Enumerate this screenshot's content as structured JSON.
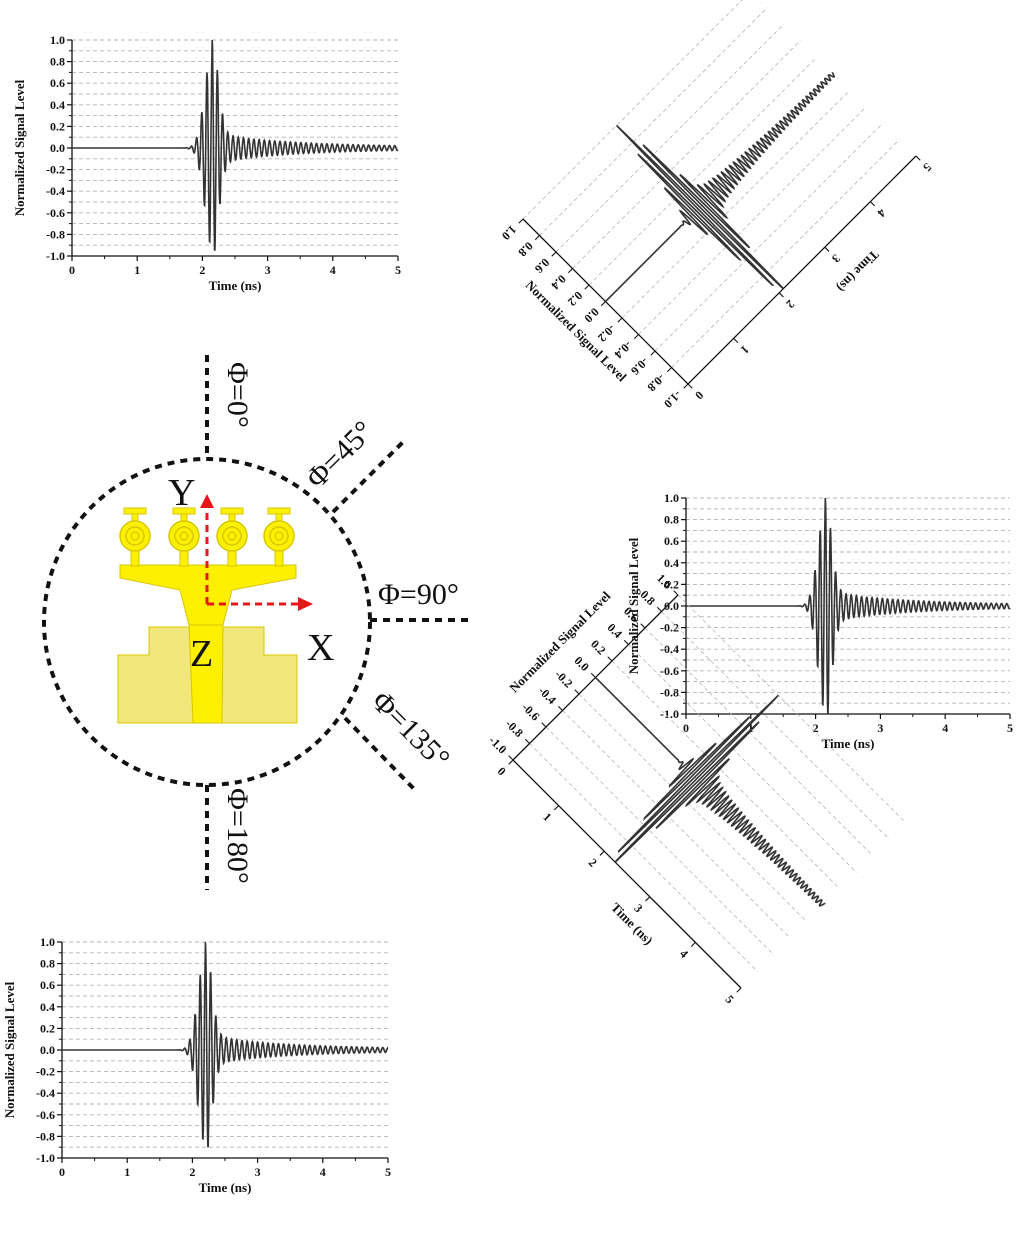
{
  "figure": {
    "angle_labels": [
      "Φ=0°",
      "Φ=45°",
      "Φ=90°",
      "Φ=135°",
      "Φ=180°"
    ],
    "axis_letters": {
      "x": "X",
      "y": "Y",
      "z": "Z"
    },
    "colors": {
      "antenna": "#ffef00",
      "antenna_edge": "#d6c800",
      "ground": "#f1e77a",
      "arrow": "#e8161b",
      "signal": "#333333",
      "grid": "#b5b5b5"
    }
  },
  "chart_data": [
    {
      "type": "line",
      "panel": "phi-0",
      "xlabel": "Time (ns)",
      "ylabel": "Normalized Signal Level",
      "xlim": [
        0,
        5
      ],
      "ylim": [
        -1.0,
        1.0
      ],
      "xticks": [
        "0",
        "1",
        "2",
        "3",
        "4",
        "5"
      ],
      "yticks": [
        "-1.0",
        "-0.8",
        "-0.6",
        "-0.4",
        "-0.2",
        "0.0",
        "0.2",
        "0.4",
        "0.6",
        "0.8",
        "1.0"
      ],
      "grid": "horizontal dashed",
      "series": [
        {
          "peak_time": 2.15,
          "max": 1.0,
          "min": -0.95
        }
      ]
    },
    {
      "type": "line",
      "panel": "phi-45",
      "xlabel": "Time (ns)",
      "ylabel": "Normalized Signal Level",
      "xlim": [
        0,
        5
      ],
      "ylim": [
        -1.0,
        1.0
      ],
      "xticks": [
        "0",
        "1",
        "2",
        "3",
        "4",
        "5"
      ],
      "yticks": [
        "1.0",
        "0.8",
        "0.6",
        "0.4",
        "0.2",
        "0.0",
        "-0.2",
        "-0.4",
        "-0.6",
        "-0.8",
        "-1.0"
      ],
      "grid": "dashed",
      "series": [
        {
          "peak_time": 2.05,
          "max": 1.0,
          "min": -1.0
        }
      ]
    },
    {
      "type": "line",
      "panel": "phi-90",
      "xlabel": "Time (ns)",
      "ylabel": "Normalized Signal Level",
      "xlim": [
        0,
        5
      ],
      "ylim": [
        -1.0,
        1.0
      ],
      "xticks": [
        "0",
        "1",
        "2",
        "3",
        "4",
        "5"
      ],
      "yticks": [
        "-1.0",
        "-0.8",
        "-0.6",
        "-0.4",
        "-0.2",
        "0.0",
        "0.2",
        "0.4",
        "0.6",
        "0.8",
        "1.0"
      ],
      "grid": "horizontal dashed",
      "series": [
        {
          "peak_time": 2.15,
          "max": 1.0,
          "min": -1.0
        }
      ]
    },
    {
      "type": "line",
      "panel": "phi-135",
      "xlabel": "Time (ns)",
      "ylabel": "Normalized Signal Level",
      "xlim": [
        0,
        5
      ],
      "ylim": [
        -1.0,
        1.0
      ],
      "xticks": [
        "0",
        "1",
        "2",
        "3",
        "4",
        "5"
      ],
      "yticks": [
        "1.0",
        "0.8",
        "0.6",
        "0.4",
        "0.2",
        "0.0",
        "-0.2",
        "-0.4",
        "-0.6",
        "-0.8",
        "-1.0"
      ],
      "grid": "dashed",
      "series": [
        {
          "peak_time": 2.2,
          "max": 1.0,
          "min": -1.0
        }
      ]
    },
    {
      "type": "line",
      "panel": "phi-180",
      "xlabel": "Time (ns)",
      "ylabel": "Normalized Signal Level",
      "xlim": [
        0,
        5
      ],
      "ylim": [
        -1.0,
        1.0
      ],
      "xticks": [
        "0",
        "1",
        "2",
        "3",
        "4",
        "5"
      ],
      "yticks": [
        "-1.0",
        "-0.8",
        "-0.6",
        "-0.4",
        "-0.2",
        "0.0",
        "0.2",
        "0.4",
        "0.6",
        "0.8",
        "1.0"
      ],
      "grid": "horizontal dashed",
      "series": [
        {
          "peak_time": 2.2,
          "max": 1.0,
          "min": -0.9
        }
      ]
    }
  ]
}
